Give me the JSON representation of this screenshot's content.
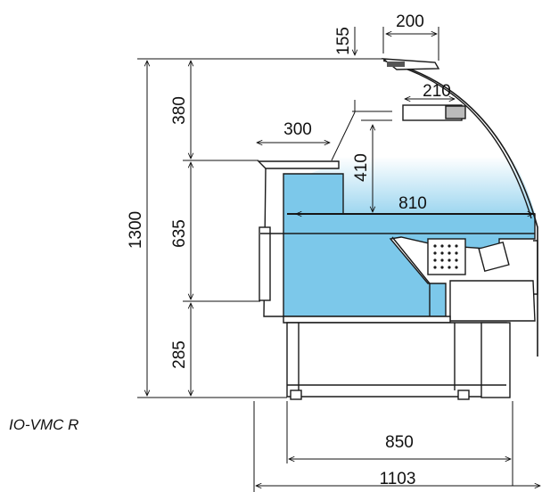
{
  "model_label": "IO-VMC R",
  "dimensions": {
    "total_height": "1300",
    "top_section": "380",
    "middle_section": "635",
    "bottom_section": "285",
    "canopy_offset": "155",
    "canopy_width": "200",
    "light_width": "210",
    "shelf_depth": "300",
    "glass_height": "410",
    "display_depth": "810",
    "base_depth": "850",
    "total_depth": "1103"
  },
  "colors": {
    "display_blue": "#7cc8ea",
    "line": "#1a1a1a"
  }
}
